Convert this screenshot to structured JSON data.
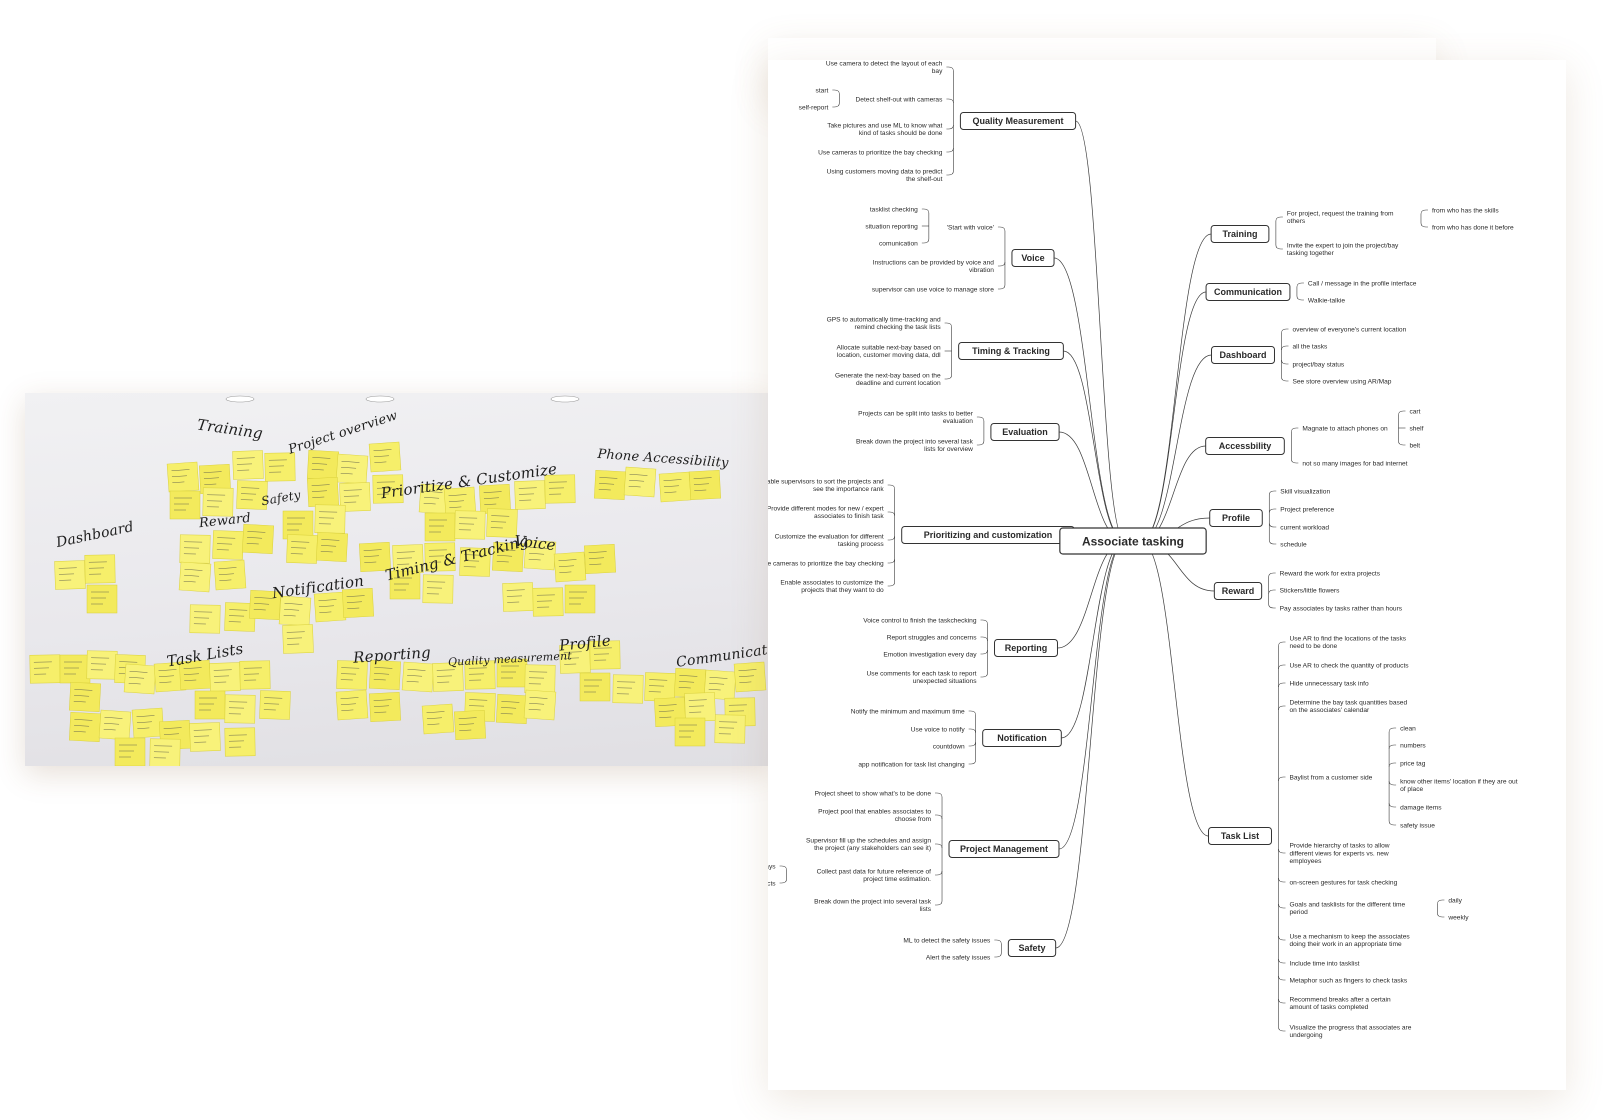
{
  "photo": {
    "labels": {
      "training": "Training",
      "project_overview": "Project overview",
      "prioritize": "Prioritize & Customize",
      "phone_accessibility": "Phone Accessibility",
      "dashboard": "Dashboard",
      "reward": "Reward",
      "safety": "Safety",
      "timing": "Timing & Tracking",
      "voice": "Voice",
      "notification": "Notification",
      "task_lists": "Task Lists",
      "reporting": "Reporting",
      "quality": "Quality measurement",
      "profile": "Profile",
      "communication": "Communication"
    }
  },
  "mindmap": {
    "root": "Associate tasking",
    "left_branches": [
      {
        "label": "Quality Measurement",
        "children": [
          {
            "text": [
              "Use camera to detect the layout of each",
              "bay"
            ]
          },
          {
            "text": [
              "Detect shelf-out with cameras"
            ],
            "children": [
              {
                "text": [
                  "start"
                ]
              },
              {
                "text": [
                  "self-report"
                ]
              }
            ]
          },
          {
            "text": [
              "Take pictures and use ML to know what",
              "kind of tasks should be done"
            ]
          },
          {
            "text": [
              "Use cameras to prioritize the bay checking"
            ]
          },
          {
            "text": [
              "Using customers moving data to predict",
              "the shelf-out"
            ]
          }
        ]
      },
      {
        "label": "Voice",
        "children": [
          {
            "text": [
              "'Start with voice'"
            ],
            "children": [
              {
                "text": [
                  "tasklist checking"
                ]
              },
              {
                "text": [
                  "situation reporting"
                ]
              },
              {
                "text": [
                  "comunication"
                ]
              }
            ]
          },
          {
            "text": [
              "Instructions can be provided by voice and",
              "vibration"
            ]
          },
          {
            "text": [
              "supervisor can use voice to manage store"
            ]
          }
        ]
      },
      {
        "label": "Timing & Tracking",
        "children": [
          {
            "text": [
              "GPS to automatically time-tracking and",
              "remind checking the task lists"
            ]
          },
          {
            "text": [
              "Allocate suitable next-bay based on",
              "location, customer moving data, ddl"
            ]
          },
          {
            "text": [
              "Generate the next-bay based on the",
              "deadline and current location"
            ]
          }
        ]
      },
      {
        "label": "Evaluation",
        "children": [
          {
            "text": [
              "Projects can be split into tasks to better",
              "evaluation"
            ]
          },
          {
            "text": [
              "Break down the project into several task",
              "lists for overview"
            ]
          }
        ]
      },
      {
        "label": "Prioritizing and customization",
        "children": [
          {
            "text": [
              "Enable supervisors to sort the projects and",
              "see the importance rank"
            ]
          },
          {
            "text": [
              "Provide different modes for new / expert",
              "associates to finish task"
            ]
          },
          {
            "text": [
              "Customize the evaluation for different",
              "tasking process"
            ]
          },
          {
            "text": [
              "Use cameras to prioritize the bay checking"
            ]
          },
          {
            "text": [
              "Enable associates to customize the",
              "projects that they want to do"
            ]
          }
        ]
      },
      {
        "label": "Reporting",
        "children": [
          {
            "text": [
              "Voice control to finish the taskchecking"
            ]
          },
          {
            "text": [
              "Report struggles and concerns"
            ]
          },
          {
            "text": [
              "Emotion investigation every day"
            ]
          },
          {
            "text": [
              "Use comments for each task to report",
              "unexpected situations"
            ]
          }
        ]
      },
      {
        "label": "Notification",
        "children": [
          {
            "text": [
              "Notify the minimum and maximum time"
            ]
          },
          {
            "text": [
              "Use voice to notify"
            ]
          },
          {
            "text": [
              "countdown"
            ]
          },
          {
            "text": [
              "app notification for task list changing"
            ]
          }
        ]
      },
      {
        "label": "Project Management",
        "children": [
          {
            "text": [
              "Project sheet to show what's to be done"
            ]
          },
          {
            "text": [
              "Project pool that enables associates to",
              "choose from"
            ]
          },
          {
            "text": [
              "Supervisor fill up the schedules and assign",
              "the project (any stakeholders can see it)"
            ]
          },
          {
            "text": [
              "Collect past data for future reference of",
              "project time estimation."
            ],
            "children": [
              {
                "text": [
                  "Bays"
                ]
              },
              {
                "text": [
                  "Projects"
                ]
              }
            ]
          },
          {
            "text": [
              "Break down the project into several task",
              "lists"
            ]
          }
        ]
      },
      {
        "label": "Safety",
        "children": [
          {
            "text": [
              "ML to detect the safety issues"
            ]
          },
          {
            "text": [
              "Alert the safety issues"
            ]
          }
        ]
      }
    ],
    "right_branches": [
      {
        "label": "Training",
        "children": [
          {
            "text": [
              "For project, request the training from",
              "others"
            ],
            "children": [
              {
                "text": [
                  "from who has the skills"
                ]
              },
              {
                "text": [
                  "from who has done it before"
                ]
              }
            ]
          },
          {
            "text": [
              "Invite the expert to join the project/bay",
              "tasking together"
            ]
          }
        ]
      },
      {
        "label": "Communication",
        "children": [
          {
            "text": [
              "Call / message in the profile interface"
            ]
          },
          {
            "text": [
              "Walkie-talkie"
            ]
          }
        ]
      },
      {
        "label": "Dashboard",
        "children": [
          {
            "text": [
              "overview of everyone's current location"
            ]
          },
          {
            "text": [
              "all the tasks"
            ]
          },
          {
            "text": [
              "project/bay status"
            ]
          },
          {
            "text": [
              "See store overview using AR/Map"
            ]
          }
        ]
      },
      {
        "label": "Accessbility",
        "children": [
          {
            "text": [
              "Magnate to attach phones on"
            ],
            "children": [
              {
                "text": [
                  "cart"
                ]
              },
              {
                "text": [
                  "shelf"
                ]
              },
              {
                "text": [
                  "belt"
                ]
              }
            ]
          },
          {
            "text": [
              "not so many images for bad internet"
            ]
          }
        ]
      },
      {
        "label": "Profile",
        "children": [
          {
            "text": [
              "Skill visualization"
            ]
          },
          {
            "text": [
              "Project preference"
            ]
          },
          {
            "text": [
              "current workload"
            ]
          },
          {
            "text": [
              "schedule"
            ]
          }
        ]
      },
      {
        "label": "Reward",
        "children": [
          {
            "text": [
              "Reward the work for extra projects"
            ]
          },
          {
            "text": [
              "Stickers/little flowers"
            ]
          },
          {
            "text": [
              "Pay associates by tasks rather than hours"
            ]
          }
        ]
      },
      {
        "label": "Task List",
        "children": [
          {
            "text": [
              "Use AR to find the locations of the tasks",
              "need to be done"
            ]
          },
          {
            "text": [
              "Use AR to check the quantity of products"
            ]
          },
          {
            "text": [
              "Hide unnecessary task info"
            ]
          },
          {
            "text": [
              "Determine the bay task quantities based",
              "on the associates' calendar"
            ]
          },
          {
            "text": [
              "Baylist from a customer side"
            ],
            "children": [
              {
                "text": [
                  "clean"
                ]
              },
              {
                "text": [
                  "numbers"
                ]
              },
              {
                "text": [
                  "price tag"
                ]
              },
              {
                "text": [
                  "know  other items' location if they are out",
                  "of place"
                ]
              },
              {
                "text": [
                  "damage items"
                ]
              },
              {
                "text": [
                  "safety issue"
                ]
              }
            ]
          },
          {
            "text": [
              "Provide hierarchy of tasks to allow",
              "different views for experts vs. new",
              "employees"
            ]
          },
          {
            "text": [
              "on-screen gestures for task checking"
            ]
          },
          {
            "text": [
              "Goals and tasklists for the different time",
              "period"
            ],
            "children": [
              {
                "text": [
                  "daily"
                ]
              },
              {
                "text": [
                  "weekly"
                ]
              }
            ]
          },
          {
            "text": [
              "Use a mechanism to keep the associates",
              "doing their work in an appropriate time"
            ]
          },
          {
            "text": [
              "Include time into tasklist"
            ]
          },
          {
            "text": [
              "Metaphor such as fingers to check tasks"
            ]
          },
          {
            "text": [
              "Recommend breaks after a certain",
              "amount of tasks completed"
            ]
          },
          {
            "text": [
              "Visualize the progress that associates are",
              "undergoing"
            ]
          }
        ]
      }
    ],
    "colors": {
      "line": "#3a3a3a",
      "box_border": "#333333",
      "text": "#2a2a2a"
    }
  }
}
